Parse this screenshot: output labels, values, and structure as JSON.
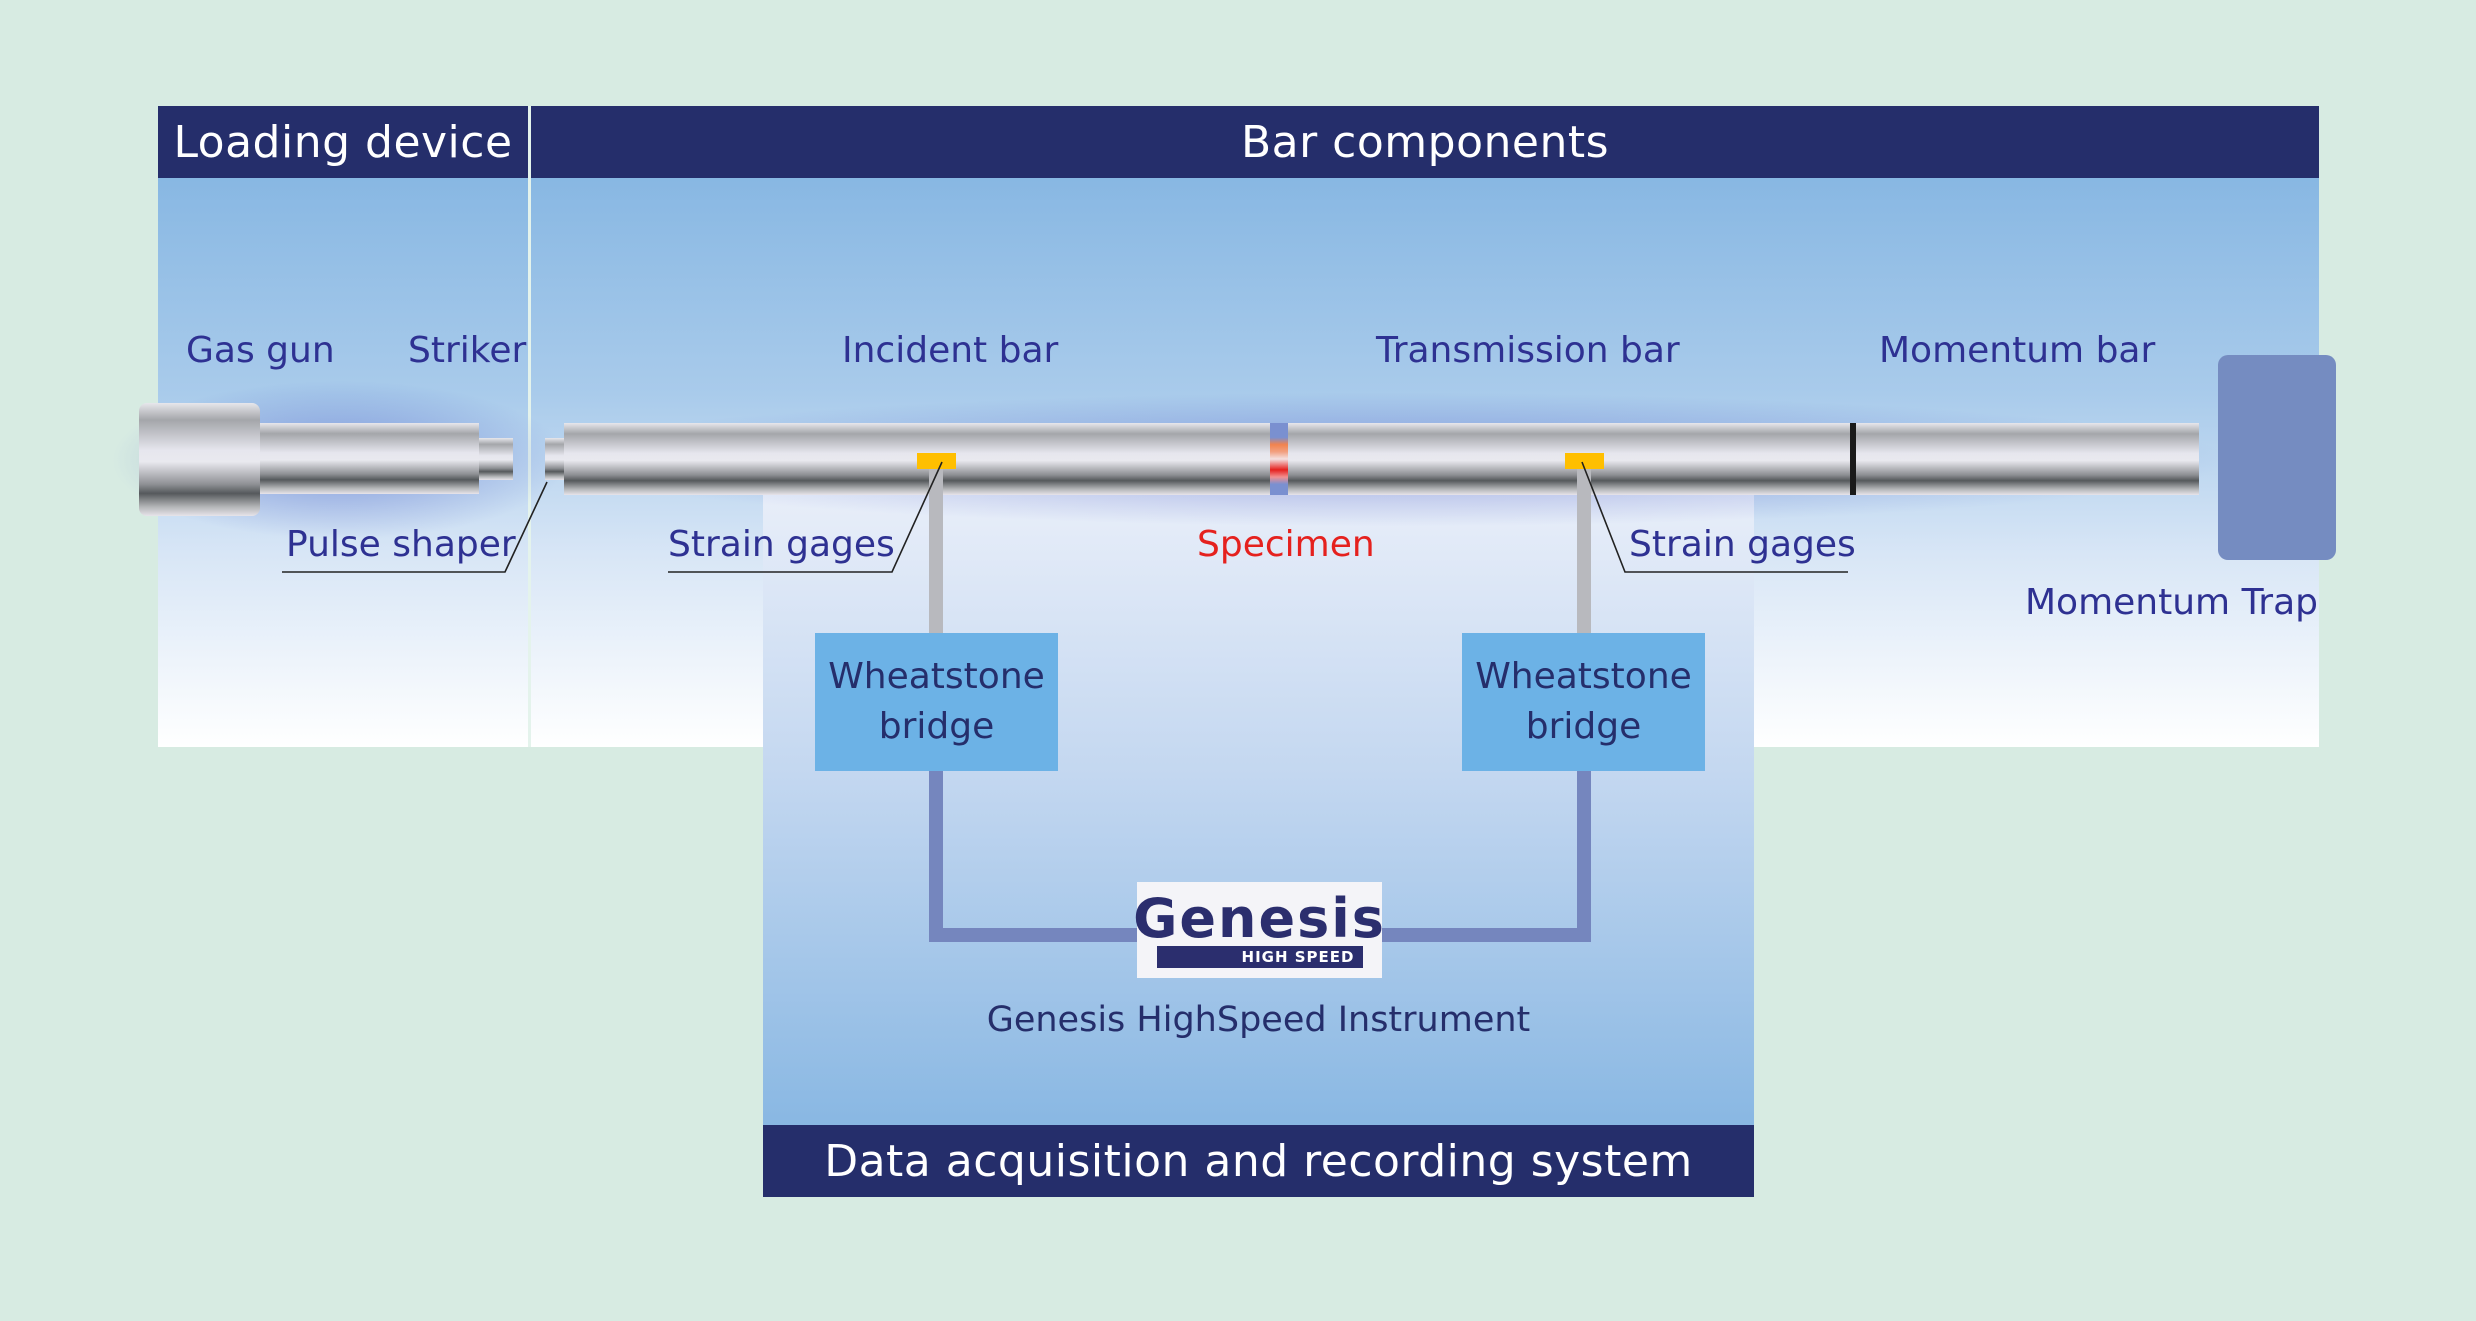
{
  "sections": {
    "loading_device": "Loading device",
    "bar_components": "Bar components",
    "data_acquisition": "Data acquisition and recording system"
  },
  "components": {
    "gas_gun": "Gas gun",
    "striker": "Striker",
    "pulse_shaper": "Pulse shaper",
    "incident_bar": "Incident bar",
    "transmission_bar": "Transmission bar",
    "momentum_bar": "Momentum bar",
    "momentum_trap": "Momentum Trap",
    "strain_gages_left": "Strain gages",
    "strain_gages_right": "Strain gages",
    "specimen": "Specimen"
  },
  "instrumentation": {
    "bridge_left": {
      "line1": "Wheatstone",
      "line2": "bridge"
    },
    "bridge_right": {
      "line1": "Wheatstone",
      "line2": "bridge"
    },
    "logo": {
      "word": "Genesis",
      "sub": "HIGH SPEED"
    },
    "instrument_label": "Genesis HighSpeed Instrument"
  },
  "colors": {
    "background": "#D7EBE2",
    "header": "#252E6B",
    "label_text": "#2E3192",
    "specimen_text": "#E5211E",
    "strain_gage": "#FFBF00",
    "bridge_box": "#6CB2E6",
    "connector": "#7586BE",
    "momentum_trap": "#758CC1"
  }
}
